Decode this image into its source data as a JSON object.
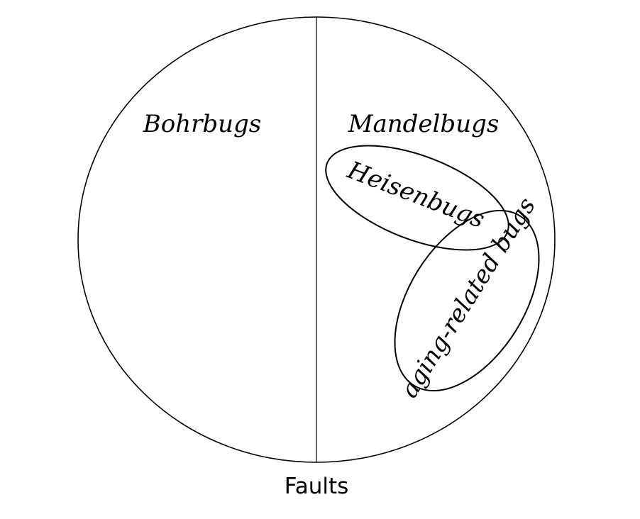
{
  "diagram": {
    "regions": {
      "left": "Bohrbugs",
      "right": "Mandelbugs",
      "heisenbugs": "Heisenbugs",
      "aging": "aging-related bugs"
    },
    "caption": "Faults",
    "colors": {
      "stroke": "#000000",
      "background": "#ffffff"
    }
  }
}
